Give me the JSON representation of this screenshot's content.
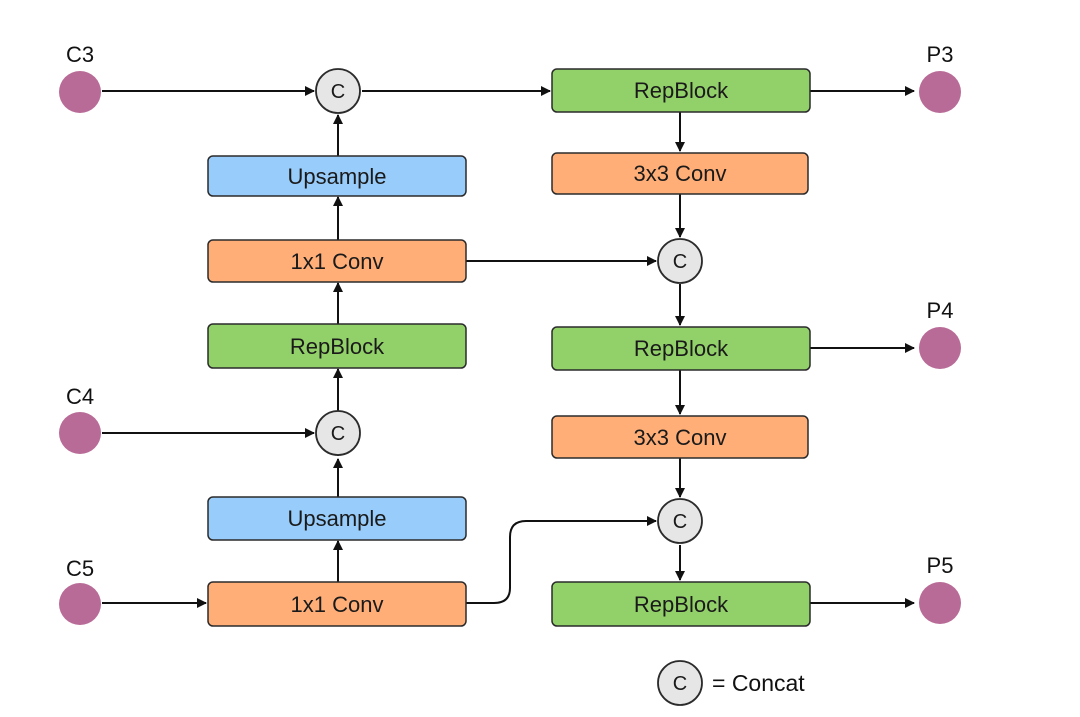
{
  "colors": {
    "repblock": "#92d06a",
    "conv": "#ffae78",
    "upsample": "#98ccfa",
    "io_dot": "#b86b97",
    "concat": "#e6e6e6"
  },
  "inputs": {
    "c3": "C3",
    "c4": "C4",
    "c5": "C5"
  },
  "outputs": {
    "p3": "P3",
    "p4": "P4",
    "p5": "P5"
  },
  "blocks": {
    "left_upsample_top": "Upsample",
    "left_conv_top": "1x1 Conv",
    "left_repblock": "RepBlock",
    "left_upsample_bottom": "Upsample",
    "left_conv_bottom": "1x1 Conv",
    "right_repblock_top": "RepBlock",
    "right_conv_top": "3x3 Conv",
    "right_repblock_mid": "RepBlock",
    "right_conv_mid": "3x3 Conv",
    "right_repblock_bottom": "RepBlock"
  },
  "concat_symbol": "C",
  "legend": {
    "symbol": "C",
    "text": "= Concat"
  }
}
